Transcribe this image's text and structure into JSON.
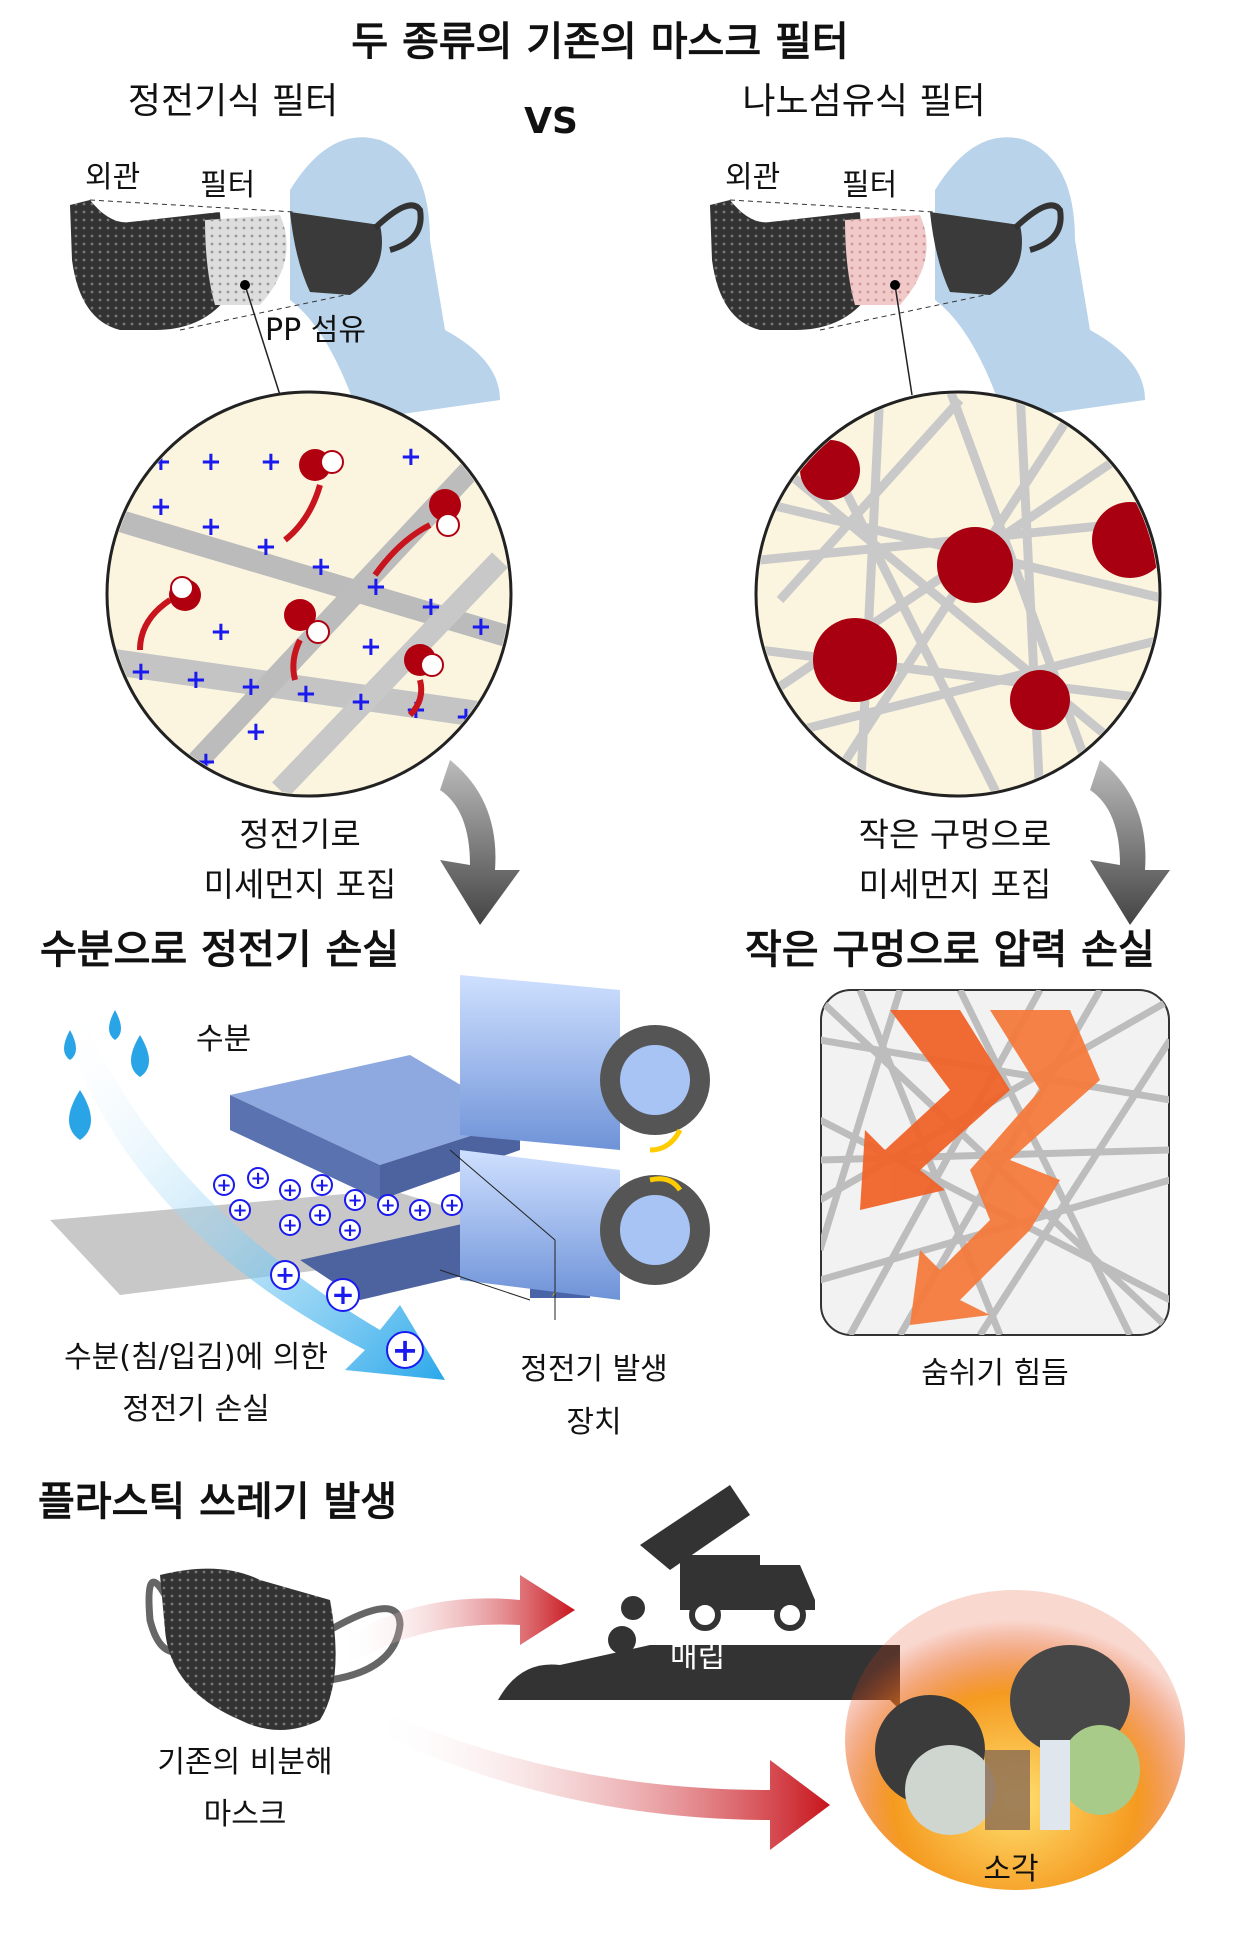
{
  "title": "두 종류의 기존의 마스크 필터",
  "vs": "VS",
  "left": {
    "heading": "정전기식 필터",
    "outer_label": "외관",
    "filter_label": "필터",
    "fiber_label": "PP 섬유",
    "caption_line1": "정전기로",
    "caption_line2": "미세먼지 포집",
    "problem_title": "수분으로 정전기 손실",
    "moisture_label": "수분",
    "loss_line1": "수분(침/입김)에 의한",
    "loss_line2": "정전기 손실",
    "device_line1": "정전기 발생",
    "device_line2": "장치"
  },
  "right": {
    "heading": "나노섬유식 필터",
    "outer_label": "외관",
    "filter_label": "필터",
    "caption_line1": "작은 구멍으로",
    "caption_line2": "미세먼지 포집",
    "problem_title": "작은 구멍으로 압력 손실",
    "breathing_label": "숨쉬기 힘듬"
  },
  "bottom": {
    "title": "플라스틱 쓰레기 발생",
    "mask_line1": "기존의 비분해",
    "mask_line2": "마스크",
    "landfill_label": "매립",
    "incineration_label": "소각"
  },
  "colors": {
    "head": "#b9d3ea",
    "fiber_bg": "#fbf5e0",
    "positive_charge": "#1a1aee",
    "dust": "#b00010",
    "pressure_arrow": "#f0642a"
  }
}
